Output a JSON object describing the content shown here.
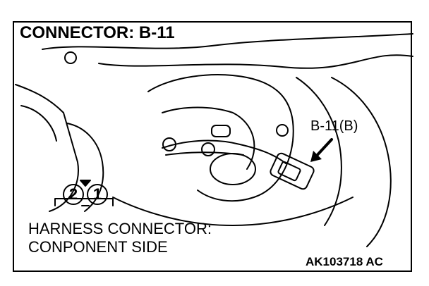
{
  "title": "CONNECTOR: B-11",
  "callout_label": "B-11(B)",
  "harness_label": {
    "line1": "HARNESS CONNECTOR:",
    "line2": "CONPONENT SIDE"
  },
  "pins": [
    "2",
    "1"
  ],
  "figure_code": "AK103718 AC"
}
